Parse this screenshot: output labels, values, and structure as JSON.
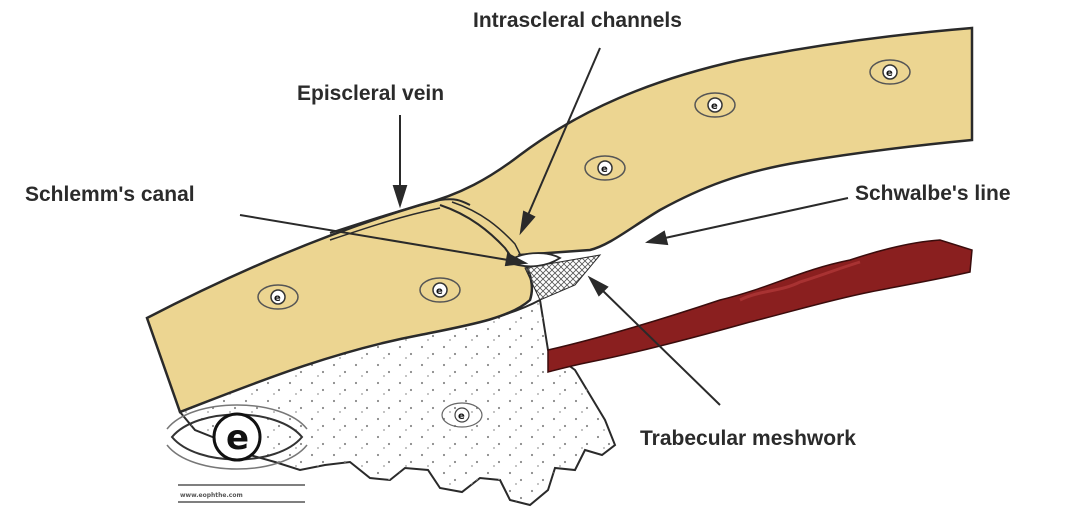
{
  "labels": {
    "intrascleral_channels": "Intrascleral channels",
    "episcleral_vein": "Episcleral vein",
    "schlemms_canal": "Schlemm's canal",
    "schwalbes_line": "Schwalbe's line",
    "trabecular_meshwork": "Trabecular meshwork"
  },
  "watermark": {
    "letter": "e",
    "url": "www.eophthe.com"
  },
  "colors": {
    "sclera": "#ecd591",
    "sclera_outline": "#2a2a2a",
    "iris": "#8a1f1f",
    "ciliary_body": "#ffffff",
    "label_text": "#2b2b2b"
  }
}
